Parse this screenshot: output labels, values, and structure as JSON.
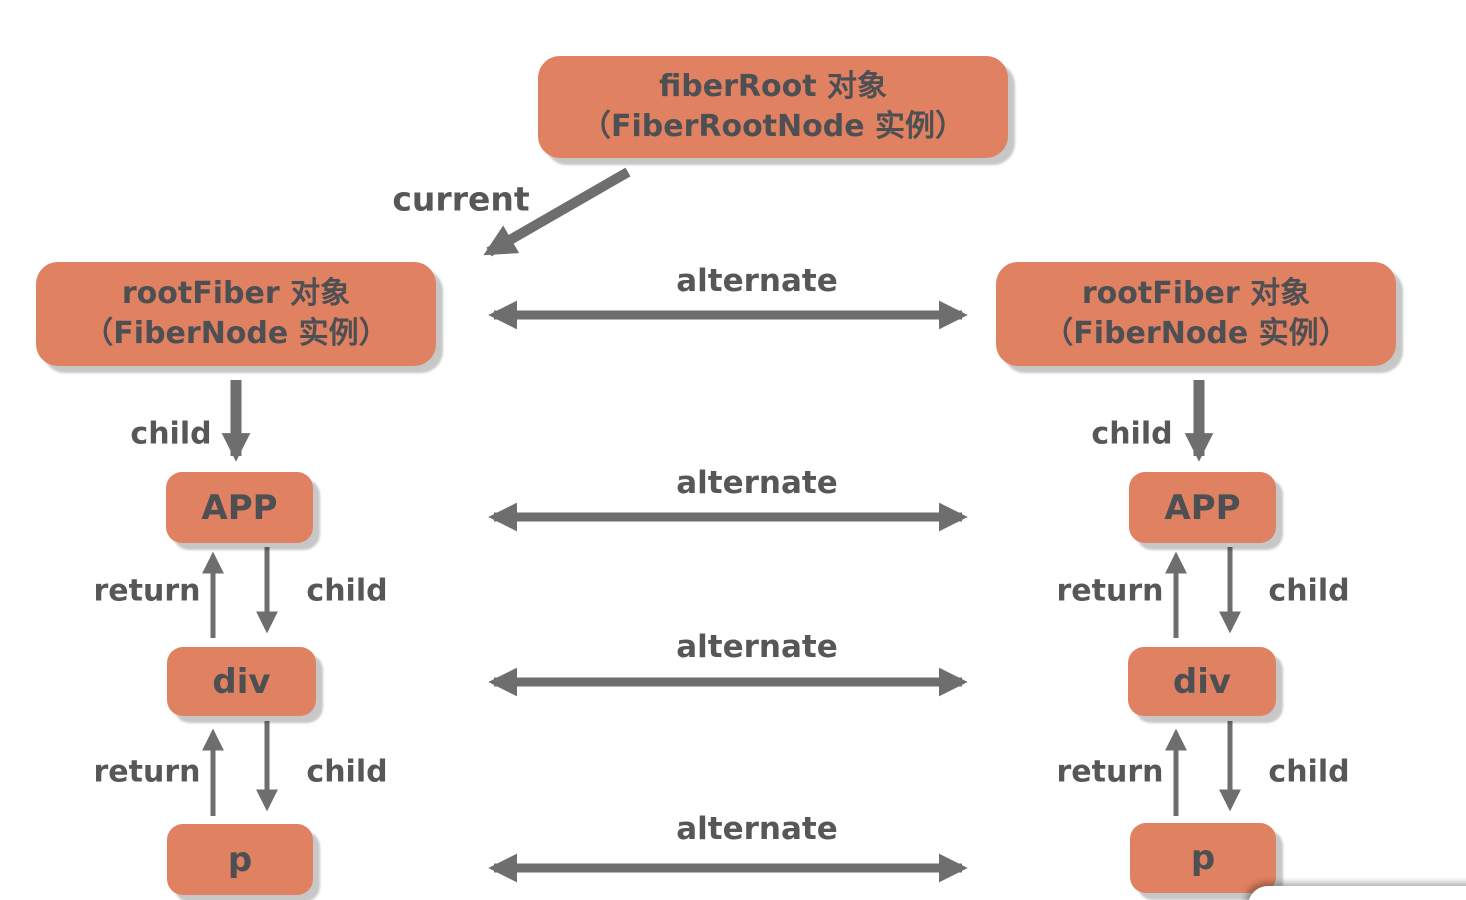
{
  "colors": {
    "background": "#FFFFFF",
    "node_fill": "#E08162",
    "node_text": "#4D4F53",
    "arrow": "#6E6E6E",
    "label": "#575757"
  },
  "nodes": {
    "fiber_root": {
      "line1": "fiberRoot 对象",
      "line2": "（FiberRootNode 实例）"
    },
    "root_fiber_left": {
      "line1": "rootFiber 对象",
      "line2": "（FiberNode 实例）"
    },
    "root_fiber_right": {
      "line1": "rootFiber 对象",
      "line2": "（FiberNode 实例）"
    },
    "left_tree": {
      "app": "APP",
      "div": "div",
      "p": "p"
    },
    "right_tree": {
      "app": "APP",
      "div": "div",
      "p": "p"
    }
  },
  "edge_labels": {
    "current": "current",
    "alternate_rootfiber": "alternate",
    "alternate_app": "alternate",
    "alternate_div": "alternate",
    "alternate_p": "alternate",
    "child_root_left": "child",
    "child_root_right": "child",
    "left_app_div": {
      "return": "return",
      "child": "child"
    },
    "left_div_p": {
      "return": "return",
      "child": "child"
    },
    "right_app_div": {
      "return": "return",
      "child": "child"
    },
    "right_div_p": {
      "return": "return",
      "child": "child"
    }
  }
}
